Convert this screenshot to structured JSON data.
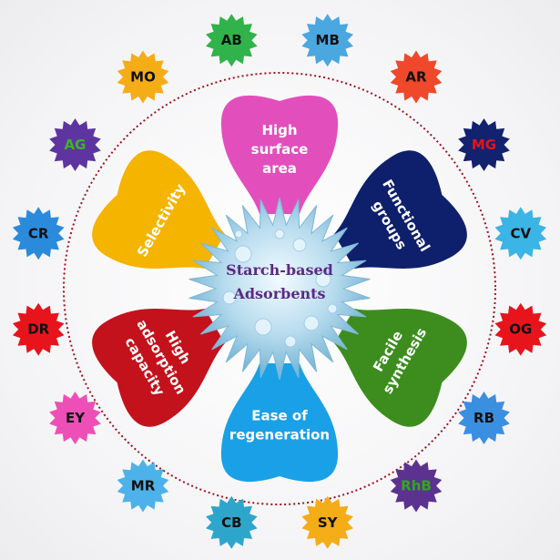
{
  "center": {
    "line1": "Starch-based",
    "line2": "Adsorbents"
  },
  "petals": [
    {
      "id": "surface",
      "lines": [
        "High",
        "surface",
        "area"
      ],
      "color": "#e24fbd"
    },
    {
      "id": "functional",
      "lines": [
        "Functional",
        "groups"
      ],
      "color": "#0e1f6b"
    },
    {
      "id": "facile",
      "lines": [
        "Facile",
        "synthesis"
      ],
      "color": "#3c8d1e"
    },
    {
      "id": "regeneration",
      "lines": [
        "Ease of",
        "regeneration"
      ],
      "color": "#1aa0e6"
    },
    {
      "id": "capacity",
      "lines": [
        "High",
        "adsorption",
        "capacity"
      ],
      "color": "#c3121b"
    },
    {
      "id": "selectivity",
      "lines": [
        "Selectivity"
      ],
      "color": "#f4b400"
    }
  ],
  "dyes": [
    {
      "label": "MB",
      "fill": "#4aa7e0",
      "text": "#111111"
    },
    {
      "label": "AR",
      "fill": "#f0482b",
      "text": "#111111"
    },
    {
      "label": "MG",
      "fill": "#12226f",
      "text": "#e0161b"
    },
    {
      "label": "CV",
      "fill": "#3bb4e6",
      "text": "#111111"
    },
    {
      "label": "OG",
      "fill": "#e8141c",
      "text": "#111111"
    },
    {
      "label": "RB",
      "fill": "#3a8fe0",
      "text": "#111111"
    },
    {
      "label": "RhB",
      "fill": "#5c3291",
      "text": "#2fa81b"
    },
    {
      "label": "SY",
      "fill": "#f4ad17",
      "text": "#111111"
    },
    {
      "label": "CB",
      "fill": "#2ea6cc",
      "text": "#111111"
    },
    {
      "label": "MR",
      "fill": "#4eb2ea",
      "text": "#111111"
    },
    {
      "label": "EY",
      "fill": "#ee4fb6",
      "text": "#111111"
    },
    {
      "label": "DR",
      "fill": "#e8141c",
      "text": "#111111"
    },
    {
      "label": "CR",
      "fill": "#2a8bdc",
      "text": "#111111"
    },
    {
      "label": "AG",
      "fill": "#5e35a0",
      "text": "#3bb52a"
    },
    {
      "label": "MO",
      "fill": "#f4ad17",
      "text": "#111111"
    },
    {
      "label": "AB",
      "fill": "#2fb34a",
      "text": "#111111"
    }
  ]
}
